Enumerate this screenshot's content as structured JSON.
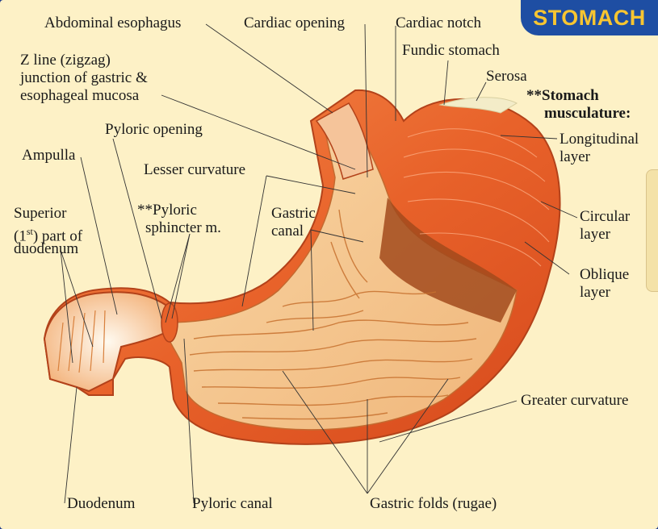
{
  "title": "STOMACH",
  "labels": {
    "abdominal_esophagus": "Abdominal esophagus",
    "cardiac_opening": "Cardiac opening",
    "cardiac_notch": "Cardiac notch",
    "fundic_stomach": "Fundic stomach",
    "serosa": "Serosa",
    "z_line_1": "Z line (zigzag)",
    "z_line_2": "junction of gastric &",
    "z_line_3": "esophageal mucosa",
    "stomach_musculature_1": "**Stomach",
    "stomach_musculature_2": "musculature:",
    "pyloric_opening": "Pyloric opening",
    "ampulla": "Ampulla",
    "lesser_curvature": "Lesser curvature",
    "longitudinal_1": "Longitudinal",
    "longitudinal_2": "layer",
    "superior_1": "Superior",
    "superior_2_pre": "(1",
    "superior_2_sup": "st",
    "superior_2_post": ") part of",
    "superior_3": "duodenum",
    "pyloric_sphincter_1": "**Pyloric",
    "pyloric_sphincter_2": "sphincter m.",
    "gastric_canal_1": "Gastric",
    "gastric_canal_2": "canal",
    "circular_1": "Circular",
    "circular_2": "layer",
    "oblique_1": "Oblique",
    "oblique_2": "layer",
    "greater_curvature": "Greater curvature",
    "duodenum": "Duodenum",
    "pyloric_canal": "Pyloric canal",
    "gastric_folds": "Gastric folds (rugae)"
  },
  "colors": {
    "background": "#fdf1c6",
    "tab": "#1e4ea3",
    "tab_text": "#f7c531",
    "muscle": "#e8622a",
    "mucosa": "#f6c28a",
    "serosa": "#f3ecc8"
  }
}
